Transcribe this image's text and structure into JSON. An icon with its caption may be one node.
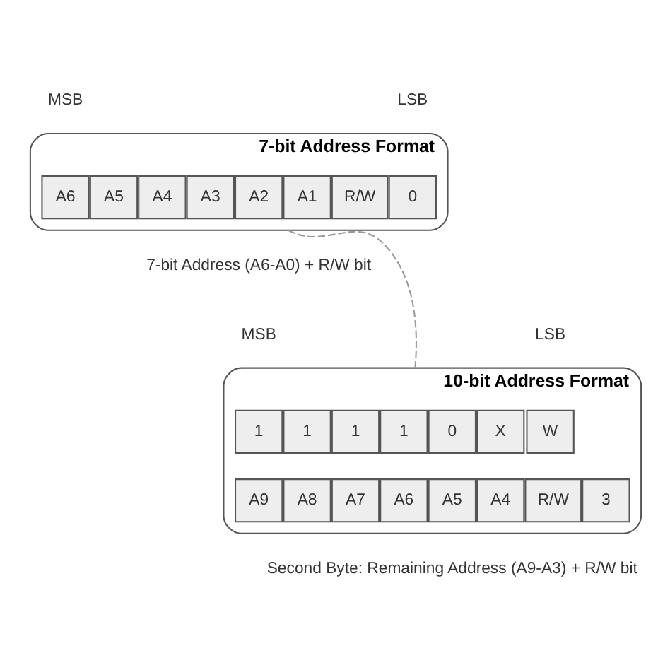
{
  "diagram": {
    "nodes": [
      {
        "text": [
          "7-bit Address Format"
        ],
        "beside": [
          "7-bit Address (A6-A0) + R/W bit"
        ]
      },
      {
        "text": [
          "A6"
        ],
        "in": 0
      },
      {
        "text": [
          "A5"
        ],
        "in": 0
      },
      {
        "text": [
          "A4"
        ],
        "in": 0
      },
      {
        "text": [
          "A3"
        ],
        "in": 0
      },
      {
        "text": [
          "A2"
        ],
        "in": 0
      },
      {
        "text": [
          "A1"
        ],
        "in": 0
      },
      {
        "text": [
          "R/W"
        ],
        "in": 0
      },
      {
        "text": [
          "0"
        ],
        "in": 0
      },
      {
        "text": [
          "10-bit Address Format"
        ],
        "beside": [
          "Second Byte: Remaining Address (A9-A3) + R/W bit"
        ]
      },
      {
        "text": [
          "1"
        ],
        "in": 9
      },
      {
        "text": [
          "1"
        ],
        "in": 9
      },
      {
        "text": [
          "1"
        ],
        "in": 9
      },
      {
        "text": [
          "1"
        ],
        "in": 9
      },
      {
        "text": [
          "0"
        ],
        "in": 9
      },
      {
        "text": [
          "X"
        ],
        "in": 9
      },
      {
        "text": [
          "W"
        ],
        "in": 9
      },
      {
        "text": [
          "A9"
        ],
        "in": 9
      },
      {
        "text": [
          "A8"
        ],
        "in": 9
      },
      {
        "text": [
          "A7"
        ],
        "in": 9
      },
      {
        "text": [
          "A6"
        ],
        "in": 9
      },
      {
        "text": [
          "A5"
        ],
        "in": 9
      },
      {
        "text": [
          "A4"
        ],
        "in": 9
      },
      {
        "text": [
          "R/W"
        ],
        "in": 9
      },
      {
        "text": [
          "3"
        ],
        "in": 9
      }
    ],
    "edges": [
      {
        "from": 0,
        "to": 9,
        "arrow": "none",
        "style": "dashed"
      }
    ],
    "labels": [
      "MSB",
      "LSB",
      "MSB",
      "LSB"
    ]
  }
}
